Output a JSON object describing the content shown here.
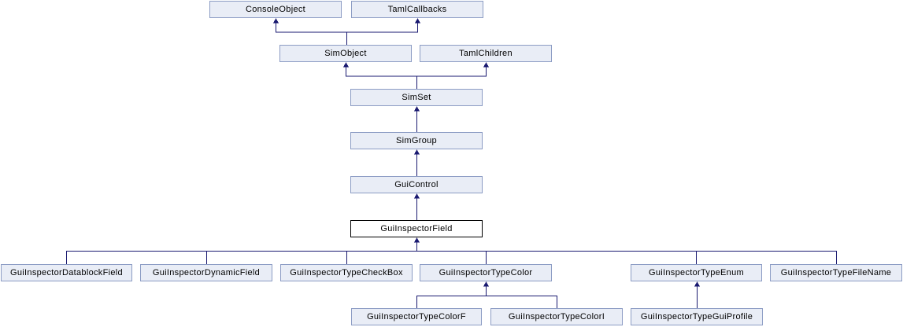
{
  "diagram": {
    "type": "class-inheritance-graph",
    "focus_class": "GuiInspectorField",
    "colors": {
      "node_fill": "#e9edf6",
      "node_border": "#8c9cc4",
      "focus_node_fill": "#ffffff",
      "focus_node_border": "#000000",
      "edge_color": "#191970",
      "background": "#ffffff",
      "text": "#000000"
    },
    "nodes": [
      {
        "id": "ConsoleObject",
        "label": "ConsoleObject"
      },
      {
        "id": "TamlCallbacks",
        "label": "TamlCallbacks"
      },
      {
        "id": "SimObject",
        "label": "SimObject"
      },
      {
        "id": "TamlChildren",
        "label": "TamlChildren"
      },
      {
        "id": "SimSet",
        "label": "SimSet"
      },
      {
        "id": "SimGroup",
        "label": "SimGroup"
      },
      {
        "id": "GuiControl",
        "label": "GuiControl"
      },
      {
        "id": "GuiInspectorField",
        "label": "GuiInspectorField"
      },
      {
        "id": "GuiInspectorDatablockField",
        "label": "GuiInspectorDatablockField"
      },
      {
        "id": "GuiInspectorDynamicField",
        "label": "GuiInspectorDynamicField"
      },
      {
        "id": "GuiInspectorTypeCheckBox",
        "label": "GuiInspectorTypeCheckBox"
      },
      {
        "id": "GuiInspectorTypeColor",
        "label": "GuiInspectorTypeColor"
      },
      {
        "id": "GuiInspectorTypeEnum",
        "label": "GuiInspectorTypeEnum"
      },
      {
        "id": "GuiInspectorTypeFileName",
        "label": "GuiInspectorTypeFileName"
      },
      {
        "id": "GuiInspectorTypeColorF",
        "label": "GuiInspectorTypeColorF"
      },
      {
        "id": "GuiInspectorTypeColorI",
        "label": "GuiInspectorTypeColorI"
      },
      {
        "id": "GuiInspectorTypeGuiProfile",
        "label": "GuiInspectorTypeGuiProfile"
      }
    ],
    "edges": [
      {
        "from": "SimObject",
        "to": "ConsoleObject"
      },
      {
        "from": "SimObject",
        "to": "TamlCallbacks"
      },
      {
        "from": "SimSet",
        "to": "SimObject"
      },
      {
        "from": "SimSet",
        "to": "TamlChildren"
      },
      {
        "from": "SimGroup",
        "to": "SimSet"
      },
      {
        "from": "GuiControl",
        "to": "SimGroup"
      },
      {
        "from": "GuiInspectorField",
        "to": "GuiControl"
      },
      {
        "from": "GuiInspectorDatablockField",
        "to": "GuiInspectorField"
      },
      {
        "from": "GuiInspectorDynamicField",
        "to": "GuiInspectorField"
      },
      {
        "from": "GuiInspectorTypeCheckBox",
        "to": "GuiInspectorField"
      },
      {
        "from": "GuiInspectorTypeColor",
        "to": "GuiInspectorField"
      },
      {
        "from": "GuiInspectorTypeEnum",
        "to": "GuiInspectorField"
      },
      {
        "from": "GuiInspectorTypeFileName",
        "to": "GuiInspectorField"
      },
      {
        "from": "GuiInspectorTypeColorF",
        "to": "GuiInspectorTypeColor"
      },
      {
        "from": "GuiInspectorTypeColorI",
        "to": "GuiInspectorTypeColor"
      },
      {
        "from": "GuiInspectorTypeGuiProfile",
        "to": "GuiInspectorTypeEnum"
      }
    ]
  }
}
